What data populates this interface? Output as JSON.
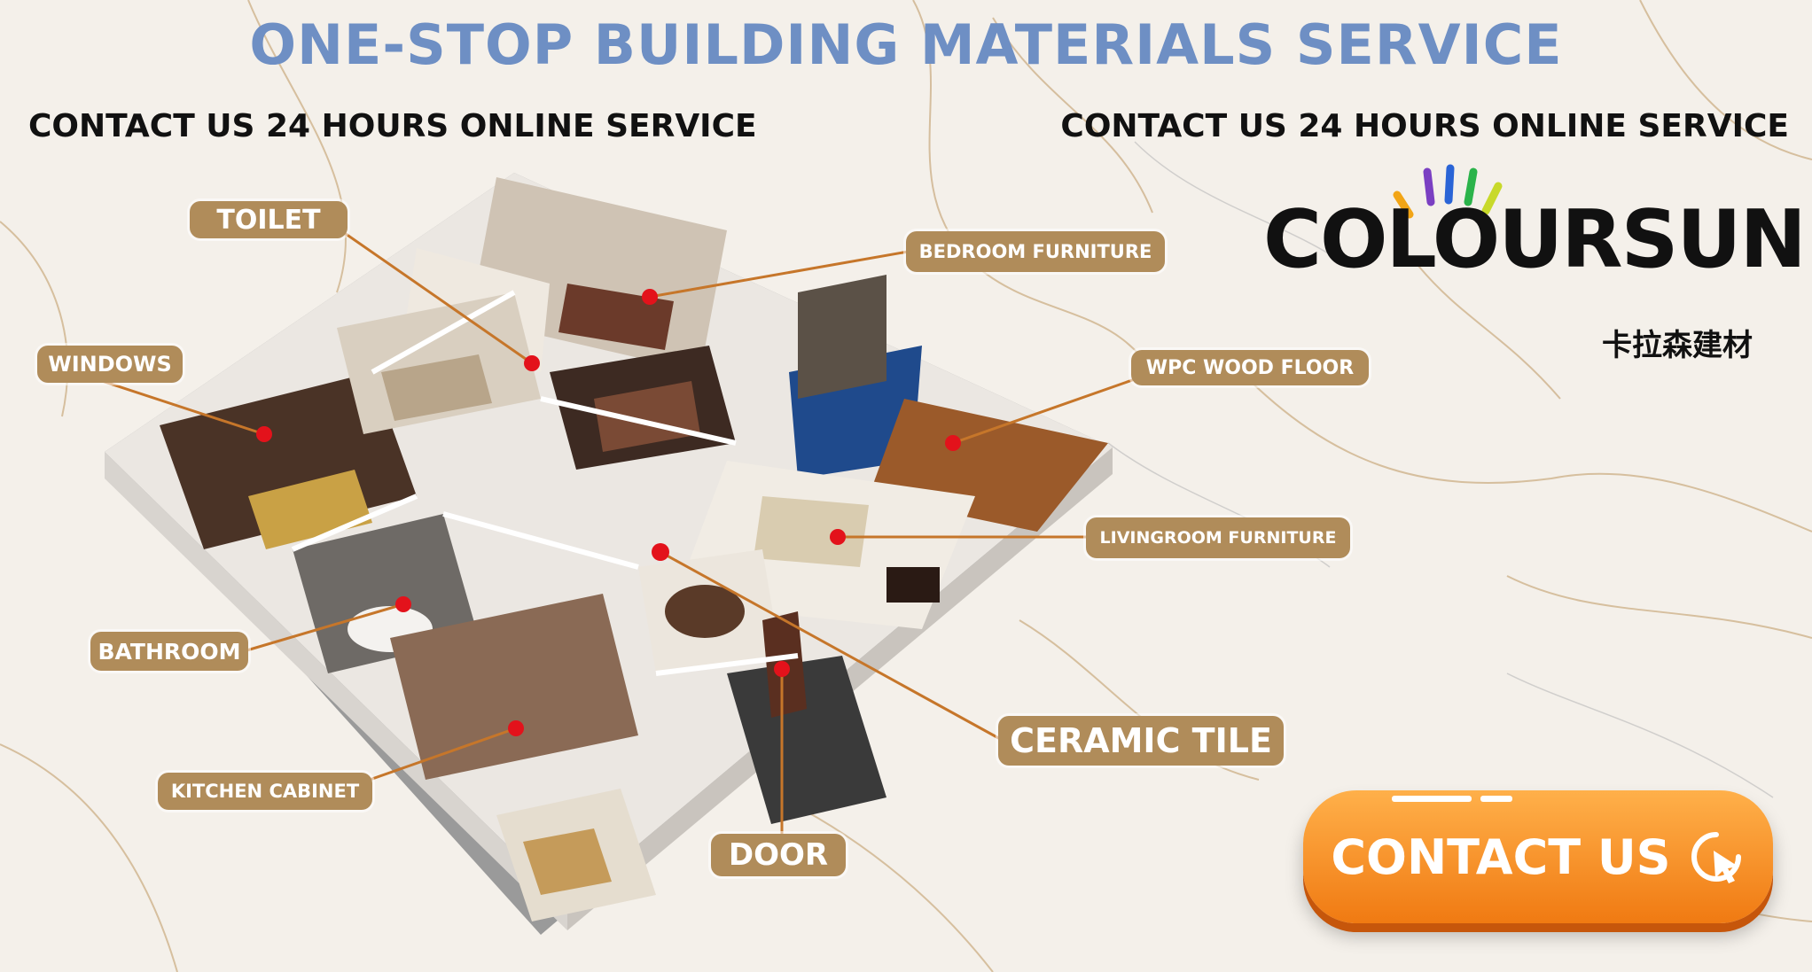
{
  "header": {
    "title": "ONE-STOP BUILDING MATERIALS SERVICE",
    "contact_left": "CONTACT US 24 HOURS ONLINE SERVICE",
    "contact_right": "CONTACT US 24 HOURS ONLINE SERVICE"
  },
  "brand": {
    "name": "COLOURSUN",
    "chinese_name": "卡拉森建材",
    "ray_colors": [
      "#f2a516",
      "#7a3fc2",
      "#2a64d6",
      "#2bb34a",
      "#c8d92a"
    ],
    "sun_color": "#f5c21a"
  },
  "labels": {
    "toilet": "TOILET",
    "bedroom_furniture": "BEDROOM FURNITURE",
    "windows": "WINDOWS",
    "wpc_wood_floor": "WPC WOOD FLOOR",
    "livingroom_furniture": "LIVINGROOM FURNITURE",
    "bathroom": "BATHROOM",
    "ceramic_tile": "CERAMIC TILE",
    "kitchen_cabinet": "KITCHEN CABINET",
    "door": "DOOR"
  },
  "cta": {
    "label": "CONTACT US",
    "icon": "pointer-click-icon"
  },
  "colors": {
    "title_blue": "#6e8fc4",
    "tag_bg": "#b08c5a",
    "leader_line": "#c6762a",
    "marker_red": "#e3121b",
    "cta_orange": "#f5901f"
  }
}
